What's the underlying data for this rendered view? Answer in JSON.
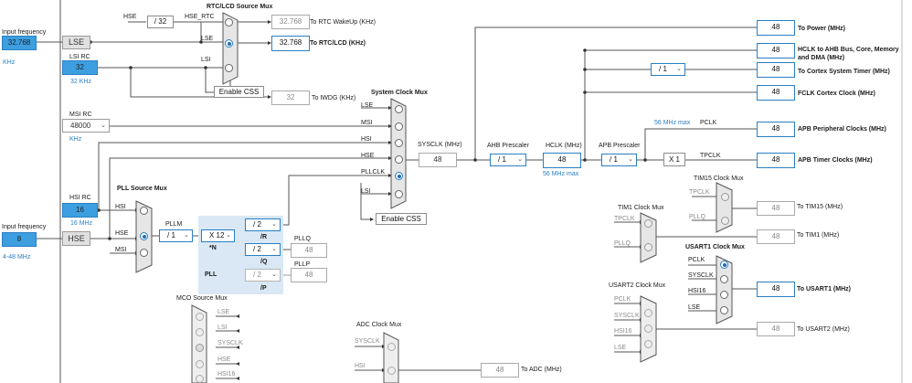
{
  "left": {
    "input_freq_label": "Input frequency",
    "input_freq_value": "32.768",
    "input_freq_unit": "KHz",
    "lse_label": "LSE",
    "lsi_rc_label": "LSI RC",
    "lsi_value": "32",
    "lsi_unit": "32 KHz",
    "msi_rc_label": "MSI RC",
    "msi_value": "48000",
    "msi_unit": "KHz",
    "hsi_rc_label": "HSI RC",
    "hsi_value": "16",
    "hsi_unit": "16 MHz",
    "input_freq2_label": "Input frequency",
    "input_freq2_value": "8",
    "input_freq2_unit": "4-48 MHz",
    "hse_label": "HSE"
  },
  "rtc": {
    "mux_title": "RTC/LCD Source Mux",
    "hse_in": "HSE",
    "div32": "/ 32",
    "hse_rtc": "HSE_RTC",
    "lse_in": "LSE",
    "lsi_in": "LSI",
    "wakeup_value": "32.768",
    "wakeup_label": "To RTC WakeUp (KHz)",
    "rtc_value": "32.768",
    "rtc_label": "To RTC/LCD (KHz)",
    "enable_css": "Enable CSS",
    "iwdg_value": "32",
    "iwdg_label": "To IWDG (KHz)"
  },
  "sysmux": {
    "title": "System Clock Mux",
    "inputs": [
      "LSE",
      "MSI",
      "HSI",
      "HSE",
      "PLLCLK",
      "LSI"
    ],
    "enable_css": "Enable CSS",
    "sysclk_label": "SYSCLK (MHz)",
    "sysclk_value": "48"
  },
  "pll": {
    "mux_title": "PLL Source Mux",
    "hsi_in": "HSI",
    "hse_in": "HSE",
    "msi_in": "MSI",
    "pllm_label": "PLLM",
    "pllm_value": "/ 1",
    "n_value": "X 12",
    "n_label": "*N",
    "pll_label": "PLL",
    "r_value": "/ 2",
    "r_label": "/R",
    "q_value": "/ 2",
    "q_label": "/Q",
    "p_value": "/ 2",
    "p_label": "/P",
    "pllq_label": "PLLQ",
    "pllq_value": "48",
    "pllp_label": "PLLP",
    "pllp_value": "48"
  },
  "bus": {
    "ahb_label": "AHB Prescaler",
    "ahb_value": "/ 1",
    "hclk_label": "HCLK (MHz)",
    "hclk_value": "48",
    "hclk_max": "56 MHz max",
    "apb_label": "APB Prescaler",
    "apb_value": "/ 1",
    "apb_max": "56 MHz max",
    "pclk_label": "PCLK",
    "x1_value": "X 1",
    "tpclk_label": "TPCLK",
    "cortex_div": "/ 1"
  },
  "outputs": {
    "power_value": "48",
    "power_label": "To Power (MHz)",
    "hclk_value": "48",
    "hclk_label_1": "HCLK to AHB Bus, Core, Memory",
    "hclk_label_2": "and DMA (MHz)",
    "cortex_value": "48",
    "cortex_label": "To Cortex System Timer (MHz)",
    "fclk_value": "48",
    "fclk_label": "FCLK Cortex Clock (MHz)",
    "apb_periph_value": "48",
    "apb_periph_label": "APB Peripheral Clocks (MHz)",
    "apb_timer_value": "48",
    "apb_timer_label": "APB Timer Clocks (MHz)"
  },
  "timers": {
    "tim15_title": "TIM15 Clock Mux",
    "tim15_in1": "TPCLK",
    "tim15_in2": "PLLQ",
    "tim15_value": "48",
    "tim15_label": "To TIM15 (MHz)",
    "tim1_title": "TIM1 Clock Mux",
    "tim1_in1": "TPCLK",
    "tim1_in2": "PLLQ",
    "tim1_value": "48",
    "tim1_label": "To TIM1 (MHz)",
    "usart1_title": "USART1 Clock Mux",
    "usart1_inputs": [
      "PCLK",
      "SYSCLK",
      "HSI16",
      "LSE"
    ],
    "usart1_value": "48",
    "usart1_label": "To USART1 (MHz)",
    "usart2_title": "USART2 Clock Mux",
    "usart2_inputs": [
      "PCLK",
      "SYSCLK",
      "HSI16",
      "LSE"
    ],
    "usart2_value": "48",
    "usart2_label": "To USART2 (MHz)"
  },
  "mco": {
    "title": "MCO Source Mux",
    "inputs": [
      "LSE",
      "LSI",
      "SYSCLK",
      "HSE",
      "HSI16"
    ]
  },
  "adc": {
    "title": "ADC Clock Mux",
    "in1": "SYSCLK",
    "in2": "HSI",
    "value": "48",
    "label": "To ADC (MHz)"
  },
  "colors": {
    "accent": "#2a7fc4",
    "source_fill": "#3d9fe0",
    "pll_panel": "#d9e8f4",
    "wire": "#555555"
  }
}
